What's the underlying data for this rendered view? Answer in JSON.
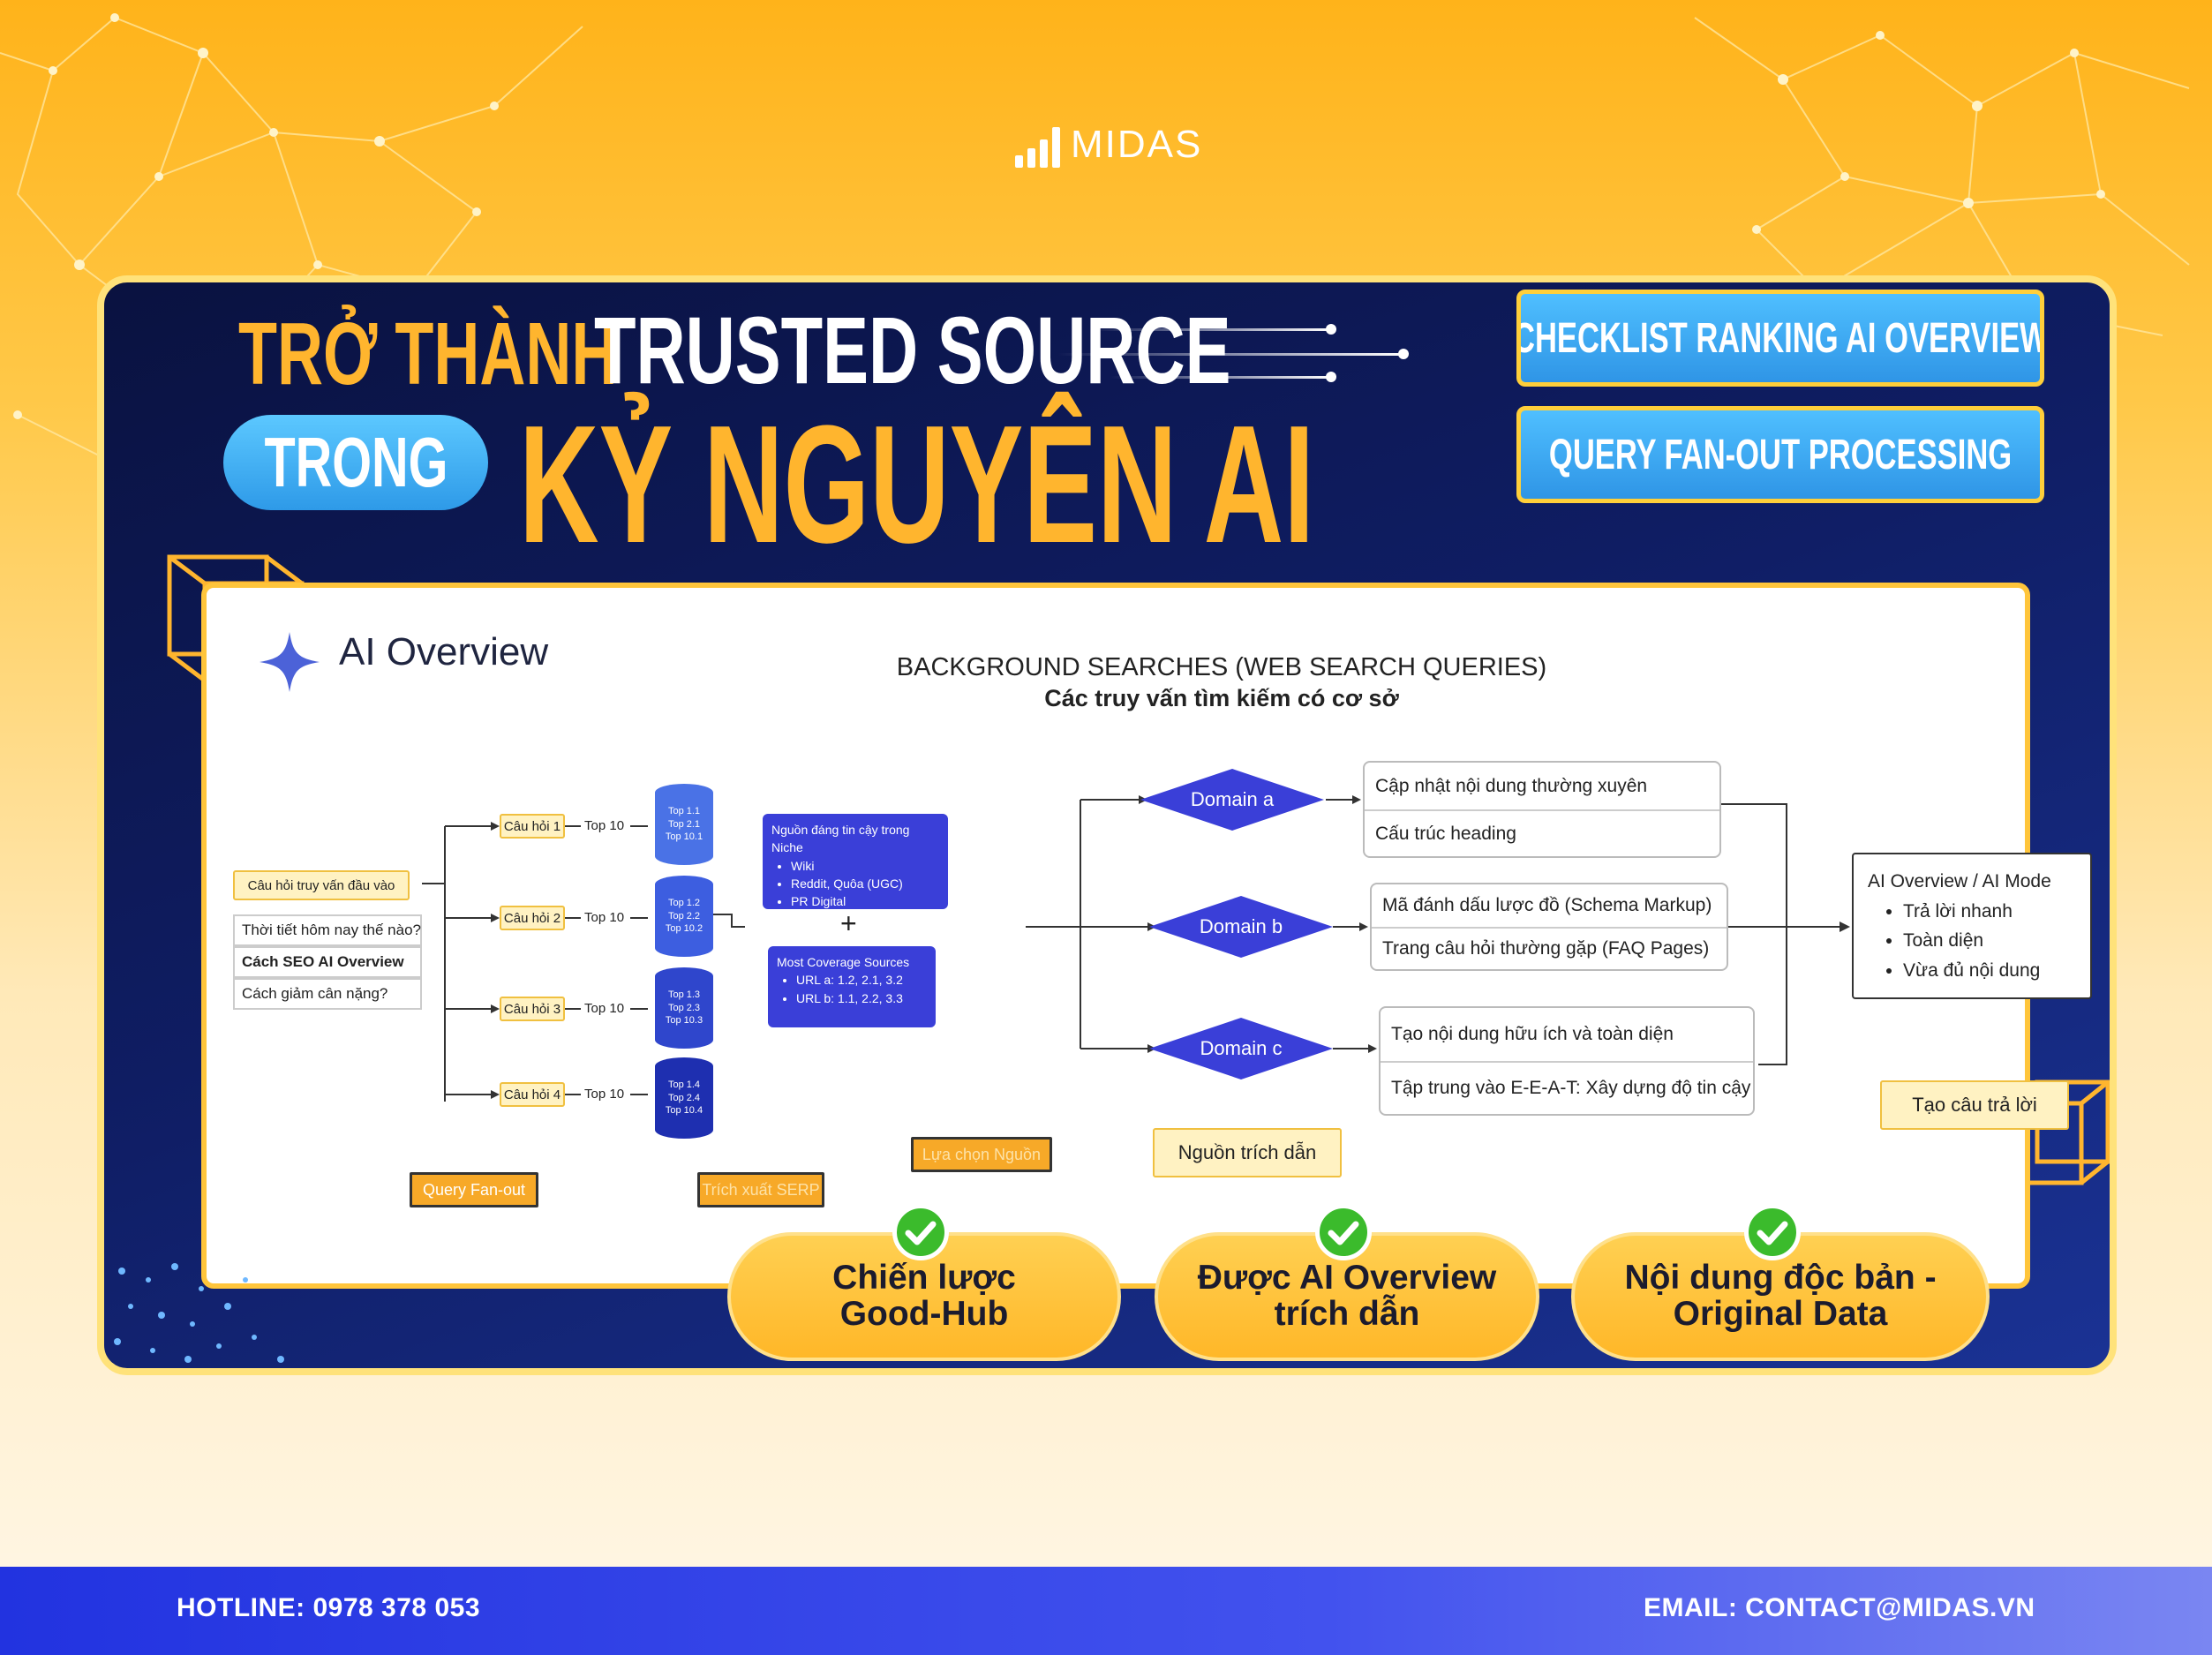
{
  "brand": {
    "name": "MIDAS",
    "colors": {
      "orange": "#ffb31a",
      "navy": "#0f1d63",
      "gold": "#ffb52e",
      "sky": "#4fbfff",
      "footer": "#2233e0",
      "check": "#3bbb2c"
    }
  },
  "banner": {
    "title_line1_a": "TRỞ THÀNH",
    "title_line1_b": "TRUSTED SOURCE",
    "title_pill": "TRONG",
    "title_line2": "KỶ NGUYÊN AI",
    "chips": [
      "CHECKLIST RANKING AI OVERVIEW",
      "QUERY FAN-OUT PROCESSING"
    ]
  },
  "diagram": {
    "ai_title": "AI Overview",
    "header_title": "BACKGROUND SEARCHES (WEB SEARCH QUERIES)",
    "header_subtitle": "Các truy vấn tìm kiếm có cơ sở",
    "input_label": "Câu hỏi truy vấn đầu vào",
    "input_queries": [
      "Thời tiết hôm nay thế nào?",
      "Cách SEO AI Overview",
      "Cách giảm cân nặng?"
    ],
    "questions": [
      "Câu hỏi 1",
      "Câu hỏi 2",
      "Câu hỏi 3",
      "Câu hỏi 4"
    ],
    "top10_label": "Top 10",
    "serp_results": [
      [
        "Top 1.1",
        "Top 2.1",
        "Top 10.1"
      ],
      [
        "Top 1.2",
        "Top 2.2",
        "Top 10.2"
      ],
      [
        "Top 1.3",
        "Top 2.3",
        "Top 10.3"
      ],
      [
        "Top 1.4",
        "Top 2.4",
        "Top 10.4"
      ]
    ],
    "niche_title": "Nguồn đáng tin cậy trong Niche",
    "niche_items": [
      "Wiki",
      "Reddit, Quôa (UGC)",
      "PR Digital"
    ],
    "plus": "+",
    "coverage_title": "Most Coverage Sources",
    "coverage_items": [
      "URL a: 1.2, 2.1, 3.2",
      "URL b: 1.1, 2.2, 3.3"
    ],
    "domains": [
      "Domain a",
      "Domain b",
      "Domain c"
    ],
    "domain_actions": [
      [
        "Cập nhật nội dung thường xuyên",
        "Cấu trúc heading"
      ],
      [
        "Mã đánh dấu lược đồ (Schema Markup)",
        "Trang câu hỏi thường gặp (FAQ Pages)"
      ],
      [
        "Tạo nội dung hữu ích và toàn diện",
        "Tập trung vào E-E-A-T: Xây dựng độ tin cậy"
      ]
    ],
    "result_title": "AI Overview / AI Mode",
    "result_items": [
      "Trả lời nhanh",
      "Toàn diện",
      "Vừa đủ nội dung"
    ],
    "stage_labels": {
      "fanout": "Query Fan-out",
      "serp": "Trích xuất SERP",
      "source": "Lựa chọn Nguồn",
      "citation": "Nguồn trích dẫn",
      "answer": "Tạo câu trả lời"
    }
  },
  "highlights": [
    {
      "line1": "Chiến lược",
      "line2": "Good-Hub"
    },
    {
      "line1": "Được AI Overview",
      "line2": "trích dẫn"
    },
    {
      "line1": "Nội dung độc bản -",
      "line2": "Original Data"
    }
  ],
  "footer": {
    "hotline": "HOTLINE: 0978 378 053",
    "email": "EMAIL: CONTACT@MIDAS.VN"
  }
}
